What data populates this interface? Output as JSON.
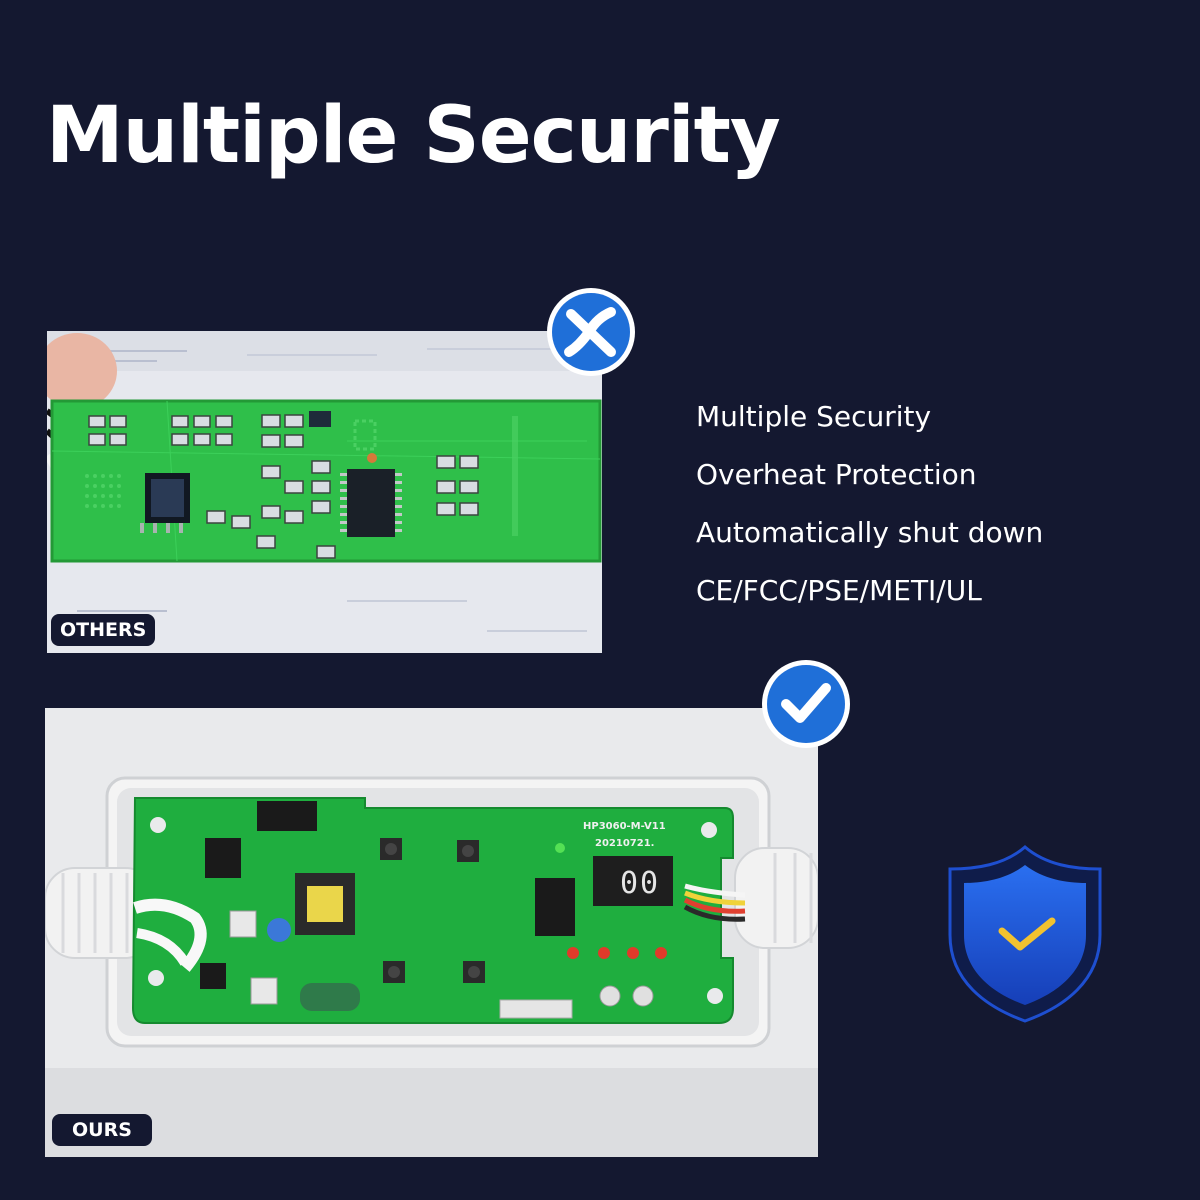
{
  "title": "Multiple Security",
  "photos": {
    "others": {
      "label": "OTHERS"
    },
    "ours": {
      "label": "OURS",
      "board_markings": [
        "HP3060-M-V11",
        "20210721."
      ]
    }
  },
  "badges": {
    "others": {
      "icon": "x-mark-icon"
    },
    "ours": {
      "icon": "check-mark-icon"
    }
  },
  "features": [
    "Multiple Security",
    "Overheat Protection",
    "Automatically shut down",
    "CE/FCC/PSE/METI/UL"
  ],
  "shield": {
    "icon": "shield-check-icon"
  },
  "colors": {
    "background": "#141830",
    "text": "#ffffff",
    "accent_blue": "#1f6fd8",
    "pcb_green": "#1fae3f",
    "check_gold": "#f2c230"
  }
}
